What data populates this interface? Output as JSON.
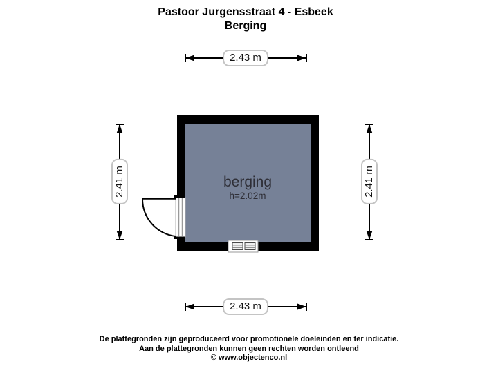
{
  "title": {
    "line1": "Pastoor Jurgensstraat 4 - Esbeek",
    "line2": "Berging"
  },
  "room": {
    "name": "berging",
    "ceiling_height": "h=2.02m"
  },
  "dimensions": {
    "top": "2.43 m",
    "bottom": "2.43 m",
    "left": "2.41 m",
    "right": "2.41 m"
  },
  "footer": {
    "line1": "De plattegronden zijn geproduceerd voor promotionele doeleinden en ter indicatie.",
    "line2": "Aan de plattegronden kunnen geen rechten worden ontleend",
    "line3": "© www.objectenco.nl"
  },
  "colors": {
    "background": "#ffffff",
    "wall": "#000000",
    "floor": "#768197",
    "label_border": "#c4c4c4",
    "room_text": "#2e2e36"
  }
}
